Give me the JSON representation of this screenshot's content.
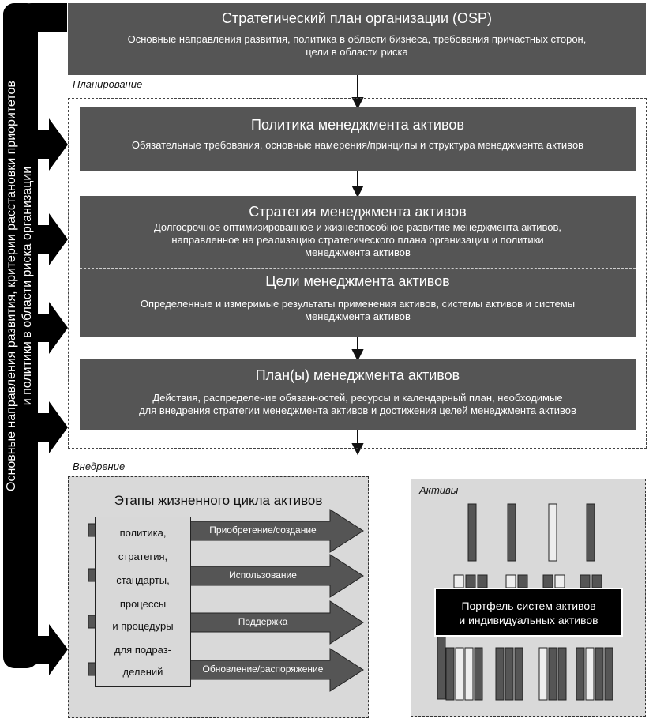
{
  "osp": {
    "title": "Стратегический план организации (OSP)",
    "desc_line1": "Основные направления развития, политика в области бизнеса, требования причастных сторон,",
    "desc_line2": "цели в области риска"
  },
  "sidebar": {
    "line1": "Основные направления развития, критерии расстановки приоритетов",
    "line2": "и политики в области риска организации"
  },
  "planning": {
    "label": "Планирование",
    "policy": {
      "title": "Политика менеджмента активов",
      "desc": "Обязательные требования, основные намерения/принципы и структура менеджмента активов"
    },
    "strategy": {
      "title": "Стратегия менеджмента активов",
      "desc_line1": "Долгосрочное оптимизированное и жизнеспособное развитие менеджмента активов,",
      "desc_line2": "направленное на реализацию стратегического плана организации и политики",
      "desc_line3": "менеджмента активов"
    },
    "objectives": {
      "title": "Цели менеджмента активов",
      "desc_line1": "Определенные и измеримые результаты применения активов, системы активов и системы",
      "desc_line2": "менеджмента активов"
    },
    "plans": {
      "title": "План(ы) менеджмента активов",
      "desc_line1": "Действия, распределение обязанностей, ресурсы и календарный план, необходимые",
      "desc_line2": "для внедрения стратегии менеджмента активов и достижения целей менеджмента активов"
    }
  },
  "implementation": {
    "label": "Внедрение",
    "lifecycle": {
      "title": "Этапы жизненного цикла активов",
      "box_lines": [
        "политика,",
        "стратегия,",
        "стандарты,",
        "процессы",
        "и процедуры",
        "для подраз-",
        "делений"
      ],
      "stages": [
        "Приобретение/создание",
        "Использование",
        "Поддержка",
        "Обновление/распоряжение"
      ]
    },
    "assets": {
      "label": "Активы",
      "portfolio_line1": "Портфель систем активов",
      "portfolio_line2": "и индивидуальных активов"
    }
  },
  "colors": {
    "box": "#555555",
    "sidebar": "#000000",
    "panel": "#d9d9d9",
    "arrow": "#555555"
  }
}
